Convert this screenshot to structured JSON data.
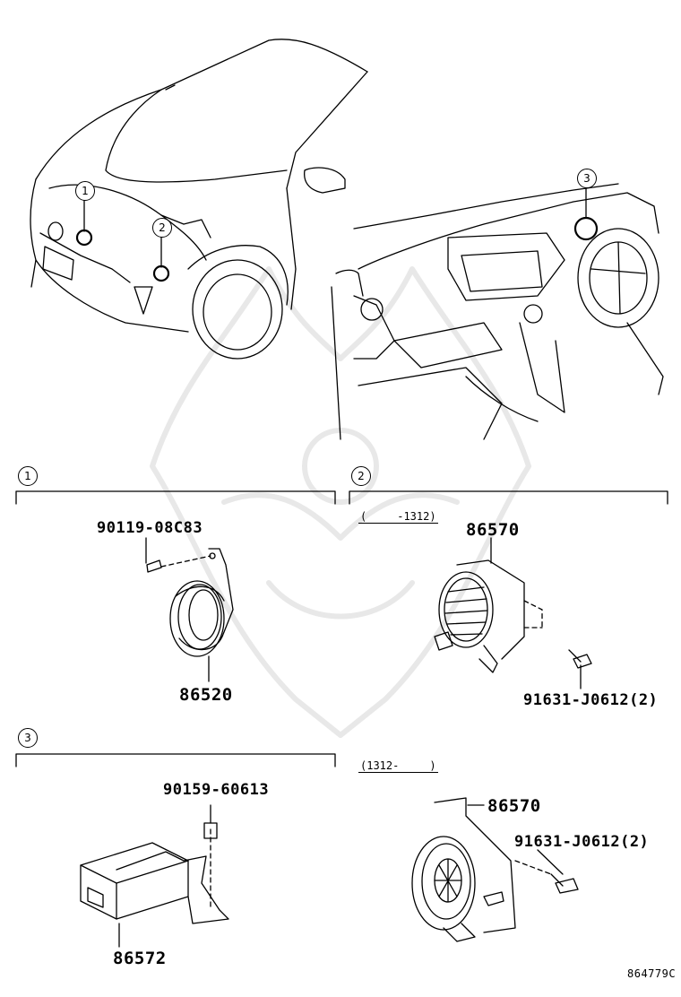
{
  "callouts": {
    "c1": "1",
    "c2": "2",
    "c3": "3"
  },
  "sections": {
    "s1": {
      "number": "1"
    },
    "s2": {
      "number": "2",
      "range_a_end": "-1312",
      "range_b_start": "1312-"
    },
    "s3": {
      "number": "3"
    }
  },
  "parts": {
    "bolt_horn": "90119-08C83",
    "horn": "86520",
    "speaker_a": "86570",
    "bolt_speaker_a": "91631-J0612(2)",
    "bolt_controller": "90159-60613",
    "controller": "86572",
    "speaker_b": "86570",
    "bolt_speaker_b": "91631-J0612(2)"
  },
  "figure_id": "864779C"
}
